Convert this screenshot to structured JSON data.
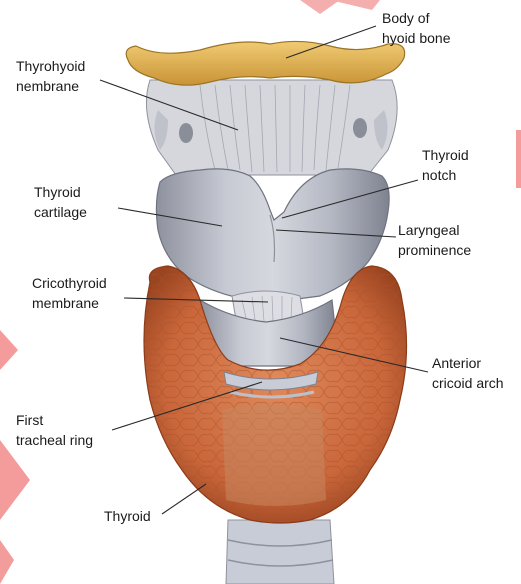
{
  "colors": {
    "hyoid": "#e3b65a",
    "cartilage": "#b9bcc6",
    "cartilage_shadow": "#8e929e",
    "membrane": "#d9dbe0",
    "thyroid_gland": "#cf6f42",
    "thyroid_dark": "#9a4420",
    "trachea": "#c8ccd6",
    "leader": "#2a2a2a",
    "watermark": "#f28b8b"
  },
  "labels": {
    "body_of_hyoid_bone": "Body of\nhyoid bone",
    "thyrohyoid_membrane": "Thyrohyoid\nnembrane",
    "thyroid_notch": "Thyroid\nnotch",
    "thyroid_cartilage": "Thyroid\ncartilage",
    "laryngeal_prominence": "Laryngeal\nprominence",
    "cricothyroid_membrane": "Cricothyroid\nmembrane",
    "anterior_cricoid_arch": "Anterior\ncricoid arch",
    "first_tracheal_ring": "First\ntracheal ring",
    "thyroid": "Thyroid"
  }
}
